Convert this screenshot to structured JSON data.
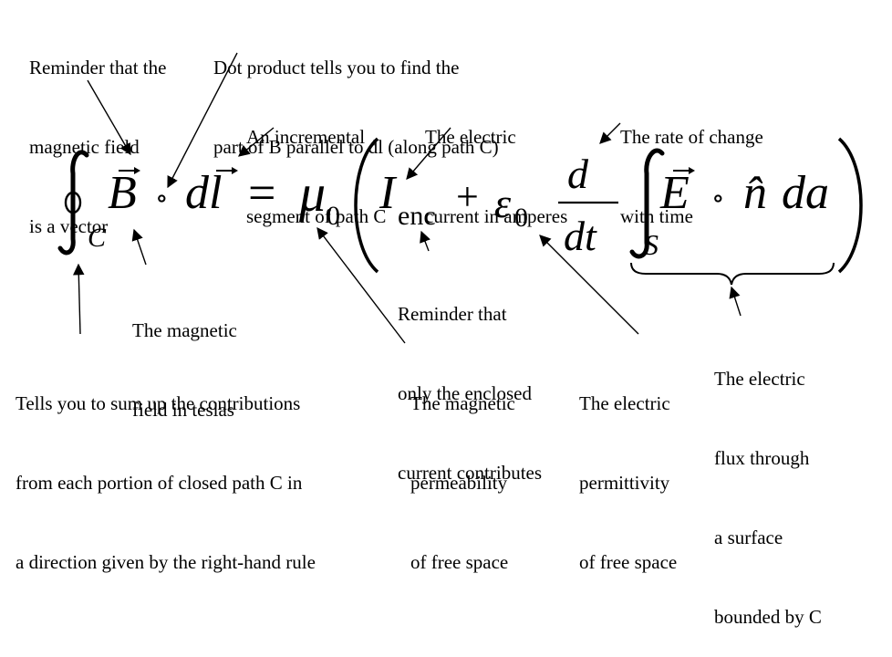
{
  "annotations": {
    "vector_reminder": [
      "Reminder that the",
      "magnetic field",
      "is a vector"
    ],
    "dot_product": [
      "Dot product tells you to find the",
      "part of B parallel to dl (along path C)"
    ],
    "incremental_segment": [
      "An incremental",
      "segment of path C"
    ],
    "electric_current": [
      "The electric",
      "current in amperes"
    ],
    "rate_of_change": [
      "The rate of change",
      "with time"
    ],
    "magnetic_field": [
      "The magnetic",
      "field in teslas"
    ],
    "enclosed_current": [
      "Reminder that",
      "only the enclosed",
      "current contributes"
    ],
    "closed_path_sum": [
      "Tells you to sum up the contributions",
      "from each portion of closed path C in",
      "a direction given by the right-hand rule"
    ],
    "permeability": [
      "The magnetic",
      "permeability",
      "of free space"
    ],
    "permittivity": [
      "The electric",
      "permittivity",
      "of free space"
    ],
    "electric_flux": [
      "The electric",
      "flux through",
      "a surface",
      "bounded by C"
    ]
  },
  "equation": {
    "path_sub": "C",
    "B": "B",
    "dot1": "∘",
    "dl": "dl",
    "equals": "=",
    "mu": "μ",
    "mu_sub": "0",
    "I": "I",
    "I_sub": "enc",
    "plus": "+",
    "eps": "ε",
    "eps_sub": "0",
    "d_num": "d",
    "d_den": "dt",
    "surface_sub": "S",
    "E": "E",
    "dot2": "∘",
    "nhat": "n̂",
    "da": "da"
  }
}
